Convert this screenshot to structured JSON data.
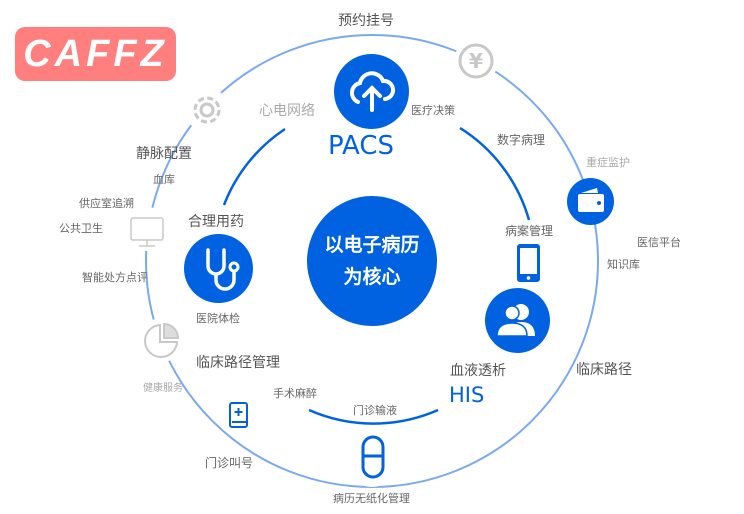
{
  "logo": "CAFFZ",
  "center": {
    "line1": "以电子病历",
    "line2": "为核心"
  },
  "systems": {
    "pacs": "PACS",
    "his": "HIS"
  },
  "outer_labels": {
    "top": "预约挂号",
    "ecg": "心电网络",
    "vein": "静脉配置",
    "blood_bank": "血库",
    "supply": "供应室追溯",
    "public_health": "公共卫生",
    "prescription": "智能处方点评",
    "health": "健康服务",
    "queue": "门诊叫号",
    "paperless": "病历无纸化管理",
    "icu": "重症监护",
    "info_platform": "医信平台",
    "knowledge": "知识库",
    "clinical_path": "临床路径"
  },
  "inner_labels": {
    "decision": "医疗决策",
    "pathology": "数字病理",
    "case_mgmt": "病案管理",
    "drug": "合理用药",
    "checkup": "医院体检",
    "clinical_mgmt": "临床路径管理",
    "anesthesia": "手术麻醉",
    "infusion": "门诊输液",
    "dialysis": "血液透析"
  },
  "colors": {
    "accent": "#0062e0",
    "outer_ring": "#7aa9f0",
    "logo_bg": "#ff7e7e",
    "muted_icon": "#c8c8c8"
  }
}
